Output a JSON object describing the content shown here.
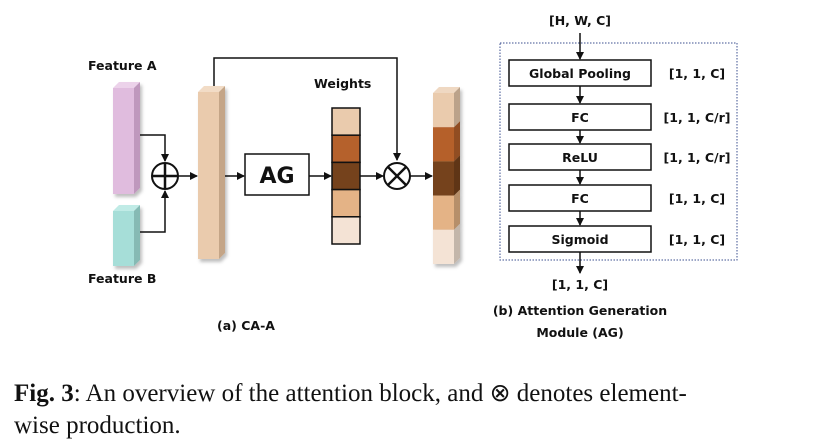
{
  "figure": {
    "panel_a": {
      "feature_a_label": "Feature A",
      "feature_b_label": "Feature B",
      "add_op_icon": "circle-plus",
      "ag_block_label": "AG",
      "weights_label": "Weights",
      "multiply_op_icon": "circle-times",
      "caption": "(a) CA-A",
      "colors": {
        "feature_a": "#e0bcde",
        "feature_b": "#a6ded8",
        "fused_feature": "#eacbad",
        "weights": [
          "#eacbad",
          "#b5612c",
          "#75421c",
          "#e4b386",
          "#f4e3d5"
        ]
      }
    },
    "panel_b": {
      "input_label": "[H, W, C]",
      "blocks": [
        {
          "label": "Global Pooling",
          "dim": "[1, 1, C]"
        },
        {
          "label": "FC",
          "dim": "[1, 1, C/r]"
        },
        {
          "label": "ReLU",
          "dim": "[1, 1, C/r]"
        },
        {
          "label": "FC",
          "dim": "[1, 1, C]"
        },
        {
          "label": "Sigmoid",
          "dim": "[1, 1, C]"
        }
      ],
      "output_label": "[1, 1, C]",
      "caption_line1": "(b) Attention Generation",
      "caption_line2": "Module (AG)"
    }
  },
  "caption": {
    "prefix": "Fig. 3",
    "text_line1": ": An overview of the attention block, and ⊗ denotes element-",
    "text_line2": "wise production."
  }
}
